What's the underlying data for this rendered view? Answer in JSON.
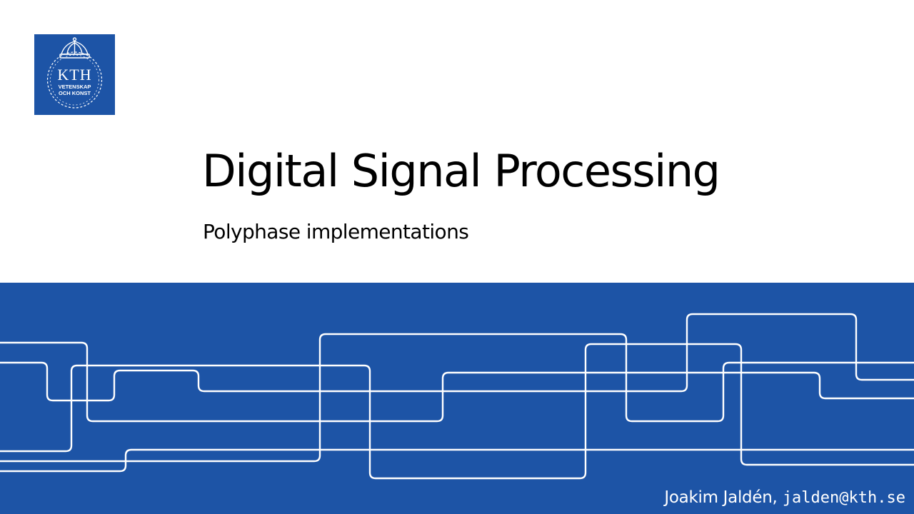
{
  "logo": {
    "text_main": "KTH",
    "text_line1": "VETENSKAP",
    "text_line2": "OCH KONST",
    "background": "#1d54a6",
    "icon": "crown-icon"
  },
  "title": "Digital Signal Processing",
  "subtitle": "Polyphase implementations",
  "author": {
    "name": "Joakim Jaldén,",
    "email": "jalden@kth.se"
  },
  "colors": {
    "banner": "#1d54a6",
    "lines": "#ffffff",
    "text": "#000000"
  }
}
